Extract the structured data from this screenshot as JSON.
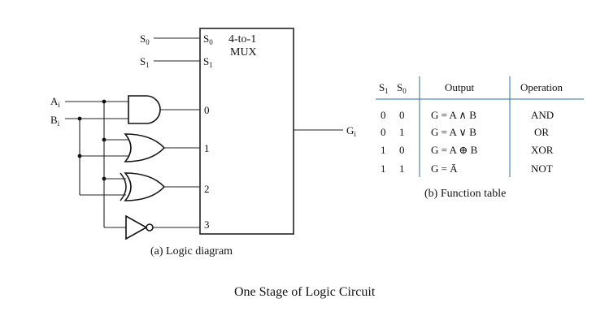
{
  "mux": {
    "title_line1": "4-to-1",
    "title_line2": "MUX",
    "sel0_input": "S0",
    "sel1_input": "S1",
    "sel0_pin": "S0",
    "sel1_pin": "S1",
    "data_pins": [
      "0",
      "1",
      "2",
      "3"
    ],
    "output": "G",
    "output_sub": "i"
  },
  "inputs": [
    {
      "name": "A",
      "sub": "i"
    },
    {
      "name": "B",
      "sub": "i"
    }
  ],
  "gates": [
    "and-gate",
    "or-gate",
    "xor-gate",
    "not-gate"
  ],
  "logic_caption": "(a) Logic diagram",
  "function_table": {
    "headers": {
      "s1": "S",
      "s1_sub": "1",
      "s0": "S",
      "s0_sub": "0",
      "output": "Output",
      "operation": "Operation"
    },
    "rows": [
      {
        "s1": "0",
        "s0": "0",
        "output": "G = A ∧ B",
        "operation": "AND"
      },
      {
        "s1": "0",
        "s0": "1",
        "output": "G = A ∨ B",
        "operation": "OR"
      },
      {
        "s1": "1",
        "s0": "0",
        "output": "G = A ⊕ B",
        "operation": "XOR"
      },
      {
        "s1": "1",
        "s0": "1",
        "output": "G = Ā",
        "operation": "NOT"
      }
    ],
    "caption": "(b) Function table"
  },
  "figure_title": "One Stage of Logic Circuit"
}
